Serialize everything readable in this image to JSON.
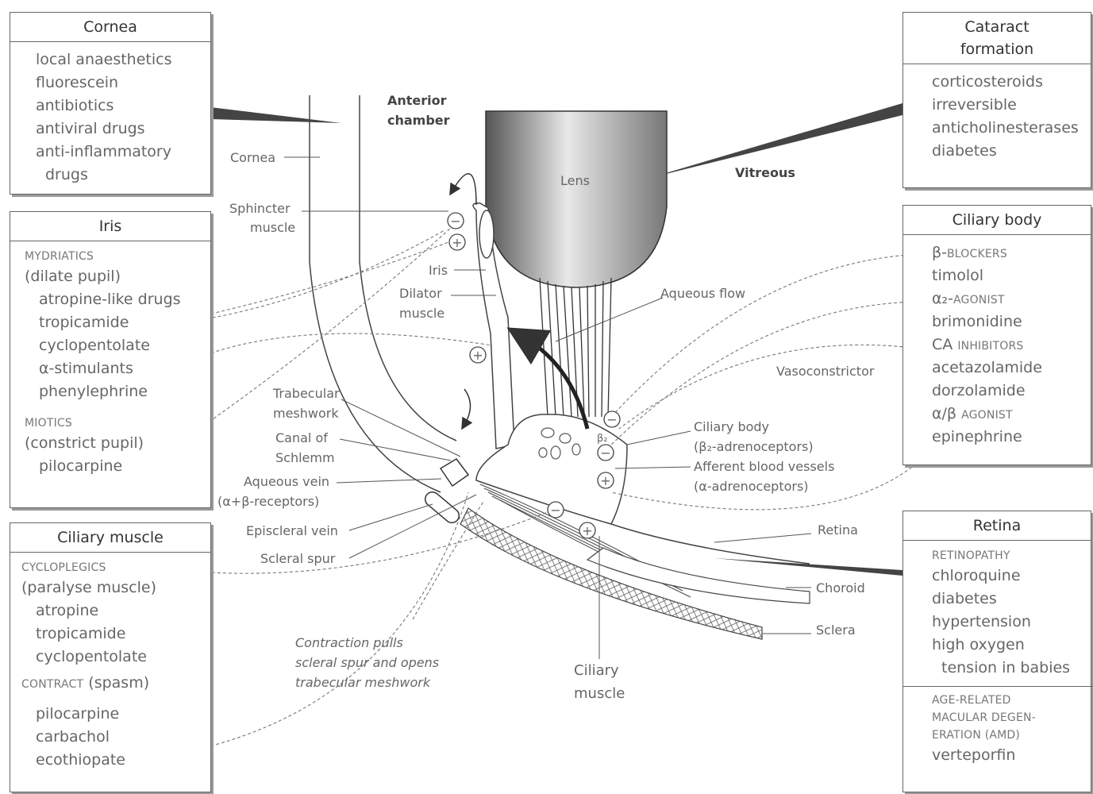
{
  "boxes": {
    "cornea": {
      "title": "Cornea",
      "items": [
        "local anaesthetics",
        "fluorescein",
        "antibiotics",
        "antiviral drugs",
        "anti-inflammatory",
        "drugs"
      ]
    },
    "iris": {
      "title": "Iris",
      "mydriatics": "MYDRIATICS",
      "dilate": "(dilate pupil)",
      "items1": [
        "atropine-like drugs",
        "tropicamide",
        "cyclopentolate",
        "α-stimulants",
        "phenylephrine"
      ],
      "miotics": "MIOTICS",
      "constrict": "(constrict pupil)",
      "items2": [
        "pilocarpine"
      ]
    },
    "ciliary_muscle": {
      "title": "Ciliary muscle",
      "cycloplegics": "CYCLOPLEGICS",
      "paralyse": "(paralyse muscle)",
      "items1": [
        "atropine",
        "tropicamide",
        "cyclopentolate"
      ],
      "contract_cap": "CONTRACT",
      "contract_paren": "(spasm)",
      "items2": [
        "pilocarpine",
        "carbachol",
        "ecothiopate"
      ]
    },
    "cataract": {
      "title_line1": "Cataract",
      "title_line2": "formation",
      "items": [
        "corticosteroids",
        "irreversible",
        "anticholinesterases",
        "diabetes"
      ]
    },
    "ciliary_body": {
      "title": "Ciliary body",
      "beta_sym": "β-",
      "beta_cap": "BLOCKERS",
      "timolol": "timolol",
      "alpha_sym": "α₂-",
      "alpha_cap": "AGONIST",
      "brimonidine": "brimonidine",
      "ca_sym": "CA ",
      "ca_cap": "INHIBITORS",
      "acetazolamide": "acetazolamide",
      "dorzolamide": "dorzolamide",
      "ab_sym": "α/β ",
      "ab_cap": "AGONIST",
      "epinephrine": "epinephrine"
    },
    "retina": {
      "title": "Retina",
      "retinopathy": "RETINOPATHY",
      "items1": [
        "chloroquine",
        "diabetes",
        "hypertension",
        "high oxygen",
        "tension in babies"
      ],
      "amd": [
        "AGE-RELATED",
        "MACULAR DEGEN-",
        "ERATION (AMD)"
      ],
      "items2": [
        "verteporfin"
      ]
    }
  },
  "labels": {
    "anterior_chamber": [
      "Anterior",
      "chamber"
    ],
    "vitreous": "Vitreous",
    "lens": "Lens",
    "cornea": "Cornea",
    "sphincter": [
      "Sphincter",
      "muscle"
    ],
    "iris": "Iris",
    "dilator": [
      "Dilator",
      "muscle"
    ],
    "aqueous_flow": "Aqueous flow",
    "vasoconstrictor": "Vasoconstrictor",
    "trabecular": [
      "Trabecular",
      "meshwork"
    ],
    "canal": [
      "Canal of",
      "Schlemm"
    ],
    "aqueous_vein": [
      "Aqueous vein",
      "(α+β-receptors)"
    ],
    "episcleral": "Episcleral vein",
    "scleral_spur": "Scleral spur",
    "ciliary_body": [
      "Ciliary body",
      "(β₂-adrenoceptors)"
    ],
    "afferent": [
      "Afferent blood vessels",
      "(α-adrenoceptors)"
    ],
    "retina": "Retina",
    "choroid": "Choroid",
    "sclera": "Sclera",
    "contraction": [
      "Contraction pulls",
      "scleral spur and opens",
      "trabecular meshwork"
    ],
    "ciliary_muscle": [
      "Ciliary",
      "muscle"
    ],
    "minus": "−",
    "plus": "+",
    "beta2": "β₂"
  }
}
